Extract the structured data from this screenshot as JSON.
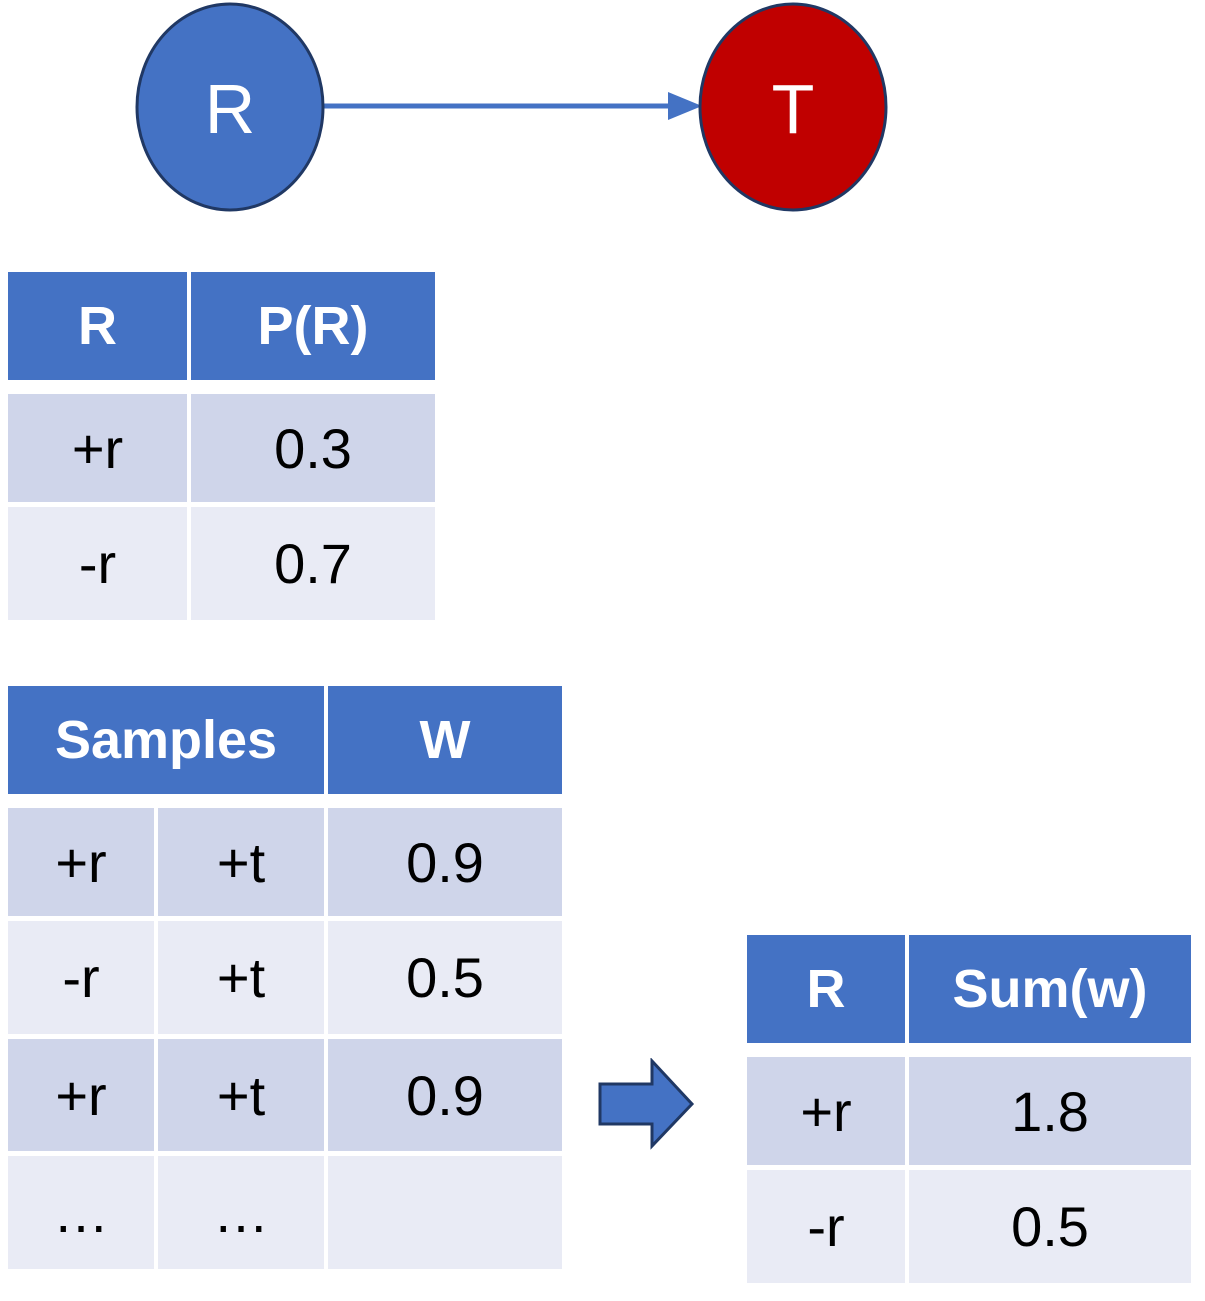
{
  "graph": {
    "node_r": {
      "label": "R",
      "color": "#4472C4"
    },
    "node_t": {
      "label": "T",
      "color": "#C00000"
    }
  },
  "prior_table": {
    "headers": [
      "R",
      "P(R)"
    ],
    "rows": [
      [
        "+r",
        "0.3"
      ],
      [
        "-r",
        "0.7"
      ]
    ]
  },
  "samples_table": {
    "headers": [
      "Samples",
      "W"
    ],
    "rows": [
      [
        "+r",
        "+t",
        "0.9"
      ],
      [
        "-r",
        "+t",
        "0.5"
      ],
      [
        "+r",
        "+t",
        "0.9"
      ],
      [
        "…",
        "…",
        ""
      ]
    ]
  },
  "sum_table": {
    "headers": [
      "R",
      "Sum(w)"
    ],
    "rows": [
      [
        "+r",
        "1.8"
      ],
      [
        "-r",
        "0.5"
      ]
    ]
  },
  "colors": {
    "header": "#4472C4",
    "row_dark": "#CFD5EA",
    "row_light": "#E9EBF5",
    "node_r": "#4472C4",
    "node_t": "#C00000"
  },
  "icons": {
    "transform_arrow": "block-arrow-right-icon"
  }
}
